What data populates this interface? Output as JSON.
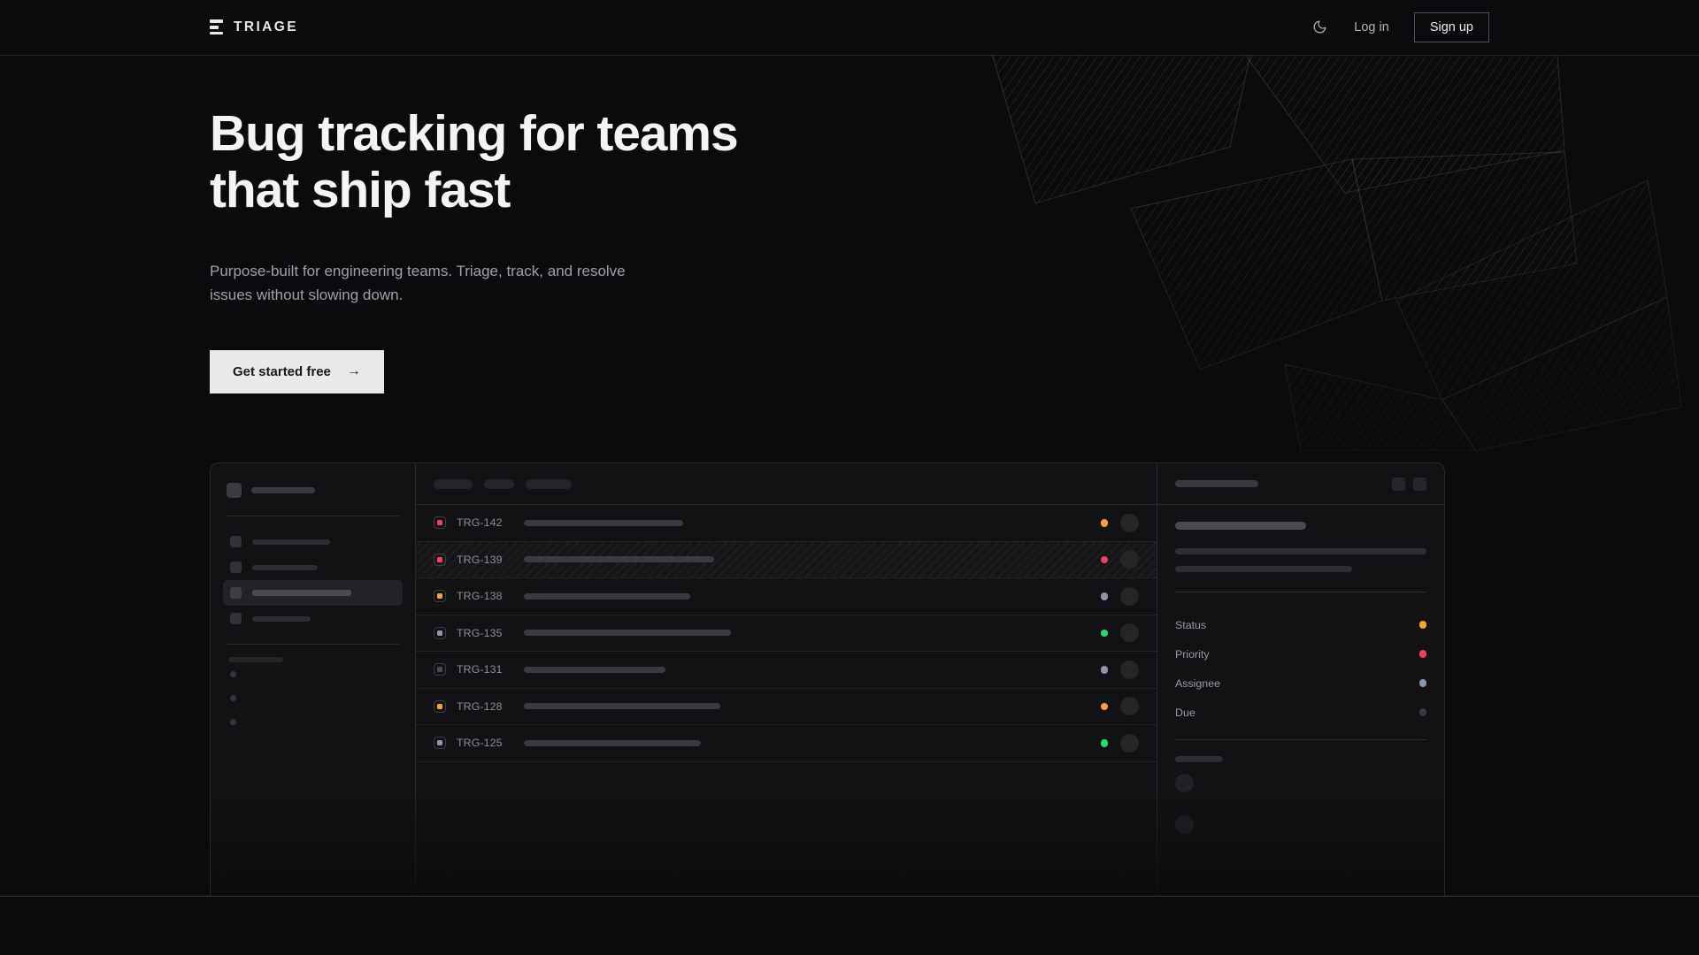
{
  "brand": {
    "name": "TRIAGE",
    "logo_icon": "stacked-bars-icon"
  },
  "nav": {
    "theme_toggle_icon": "moon-icon",
    "login_label": "Log in",
    "signup_label": "Sign up"
  },
  "hero": {
    "heading": "Bug tracking for teams that ship fast",
    "subheading": "Purpose-built for engineering teams. Triage, track, and resolve issues without slowing down.",
    "cta_label": "Get started free",
    "cta_arrow": "→"
  },
  "colors": {
    "page_bg": "#0b0b0d",
    "panel_bg": "#121214",
    "border": "#2a2a2e",
    "text_primary": "#f4f4f5",
    "text_muted": "#a0a0a6",
    "cta_bg": "#e9e9ea",
    "cta_text": "#18181b",
    "accent_amber": "#f5a623",
    "accent_pink": "#f43f5e",
    "accent_slate": "#8b98ab",
    "accent_green": "#22dd77",
    "accent_muted": "#4b4b52"
  },
  "app_mockup": {
    "sidebar": {
      "workspace": {
        "avatar_width": 17,
        "label_width": 72
      },
      "nav_items": [
        {
          "label_width": 88,
          "active": false
        },
        {
          "label_width": 74,
          "active": false
        },
        {
          "label_width": 112,
          "active": true
        },
        {
          "label_width": 66,
          "active": false
        }
      ],
      "section_label_width": 62,
      "sub_items": 3
    },
    "list": {
      "filter_chips": [
        {
          "width": 44
        },
        {
          "width": 34
        },
        {
          "width": 52
        }
      ],
      "rows": [
        {
          "id": "TRG-142",
          "priority_color": "#f43f5e",
          "title_width": 180,
          "status_color": "#f5a623",
          "selected": false
        },
        {
          "id": "TRG-139",
          "priority_color": "#f43f5e",
          "title_width": 215,
          "status_color": "#f43f5e",
          "selected": true
        },
        {
          "id": "TRG-138",
          "priority_color": "#f5a623",
          "title_width": 188,
          "status_color": "#8b98ab",
          "selected": false
        },
        {
          "id": "TRG-135",
          "priority_color": "#8b98ab",
          "title_width": 234,
          "status_color": "#22dd77",
          "selected": false
        },
        {
          "id": "TRG-131",
          "priority_color": "#4b4b52",
          "title_width": 160,
          "status_color": "#8b98ab",
          "selected": false
        },
        {
          "id": "TRG-128",
          "priority_color": "#f5a623",
          "title_width": 222,
          "status_color": "#f5a623",
          "selected": false
        },
        {
          "id": "TRG-125",
          "priority_color": "#8b98ab",
          "title_width": 200,
          "status_color": "#22dd77",
          "selected": false
        }
      ]
    },
    "detail": {
      "header_bar_width": 94,
      "header_buttons": 2,
      "title_width": 148,
      "body_lines": [
        284,
        200
      ],
      "fields": [
        {
          "label": "Status",
          "dot_color": "#f5a623"
        },
        {
          "label": "Priority",
          "dot_color": "#f43f5e"
        },
        {
          "label": "Assignee",
          "dot_color": "#8b98ab"
        },
        {
          "label": "Due",
          "dot_color": "#3a3a40"
        }
      ],
      "activity_label_width": 54,
      "activity_avatars": 2
    }
  },
  "decor": {
    "shape": "rotated-hatched-panels",
    "panel_count": 3
  }
}
